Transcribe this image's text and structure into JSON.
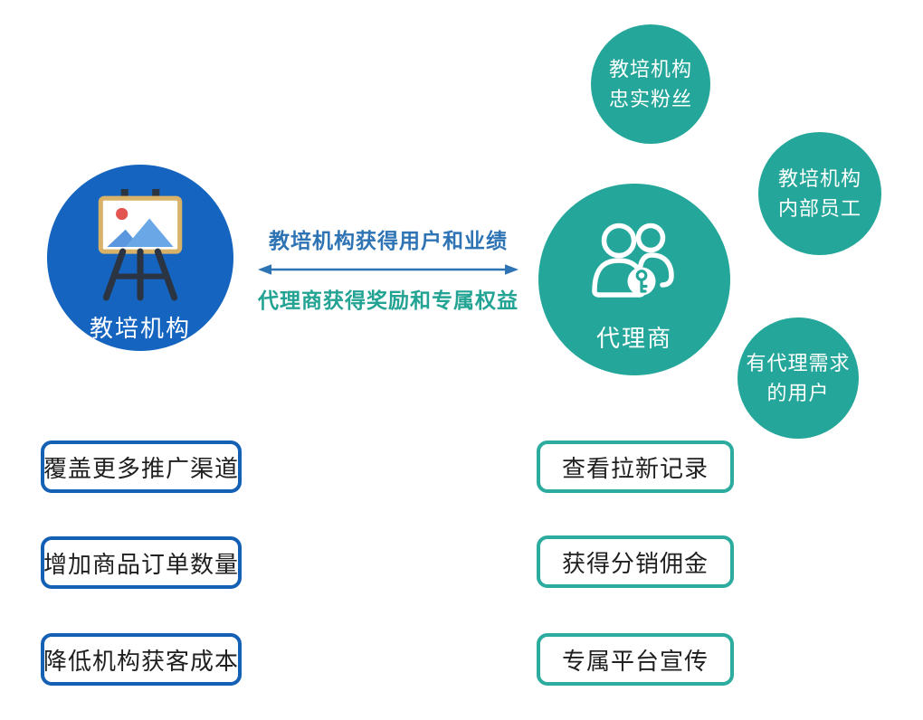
{
  "palette": {
    "institution_blue": "#1565c0",
    "agent_teal": "#24a79a",
    "arrow_blue": "#2e74b5",
    "exchange_teal_text": "#23a393",
    "benefit_border_blue": "#1460b5",
    "benefit_border_teal": "#2cab9f",
    "benefit_text": "#1f1f1f",
    "easel_wood": "#d9b26a",
    "easel_frame_dark": "#2b3442",
    "mountain_blue": "#6aa7e6",
    "sun_red": "#e25551"
  },
  "institution": {
    "label": "教培机构",
    "icon": "easel-whiteboard-icon"
  },
  "agent": {
    "label": "代理商",
    "icon": "people-with-key-icon"
  },
  "exchange": {
    "to_institution": "教培机构获得用户和业绩",
    "to_agent": "代理商获得奖励和专属权益"
  },
  "agent_sources": [
    {
      "line1": "教培机构",
      "line2": "忠实粉丝"
    },
    {
      "line1": "教培机构",
      "line2": "内部员工"
    },
    {
      "line1": "有代理需求",
      "line2": "的用户"
    }
  ],
  "institution_benefits": [
    "覆盖更多推广渠道",
    "增加商品订单数量",
    "降低机构获客成本"
  ],
  "agent_benefits": [
    "查看拉新记录",
    "获得分销佣金",
    "专属平台宣传"
  ]
}
